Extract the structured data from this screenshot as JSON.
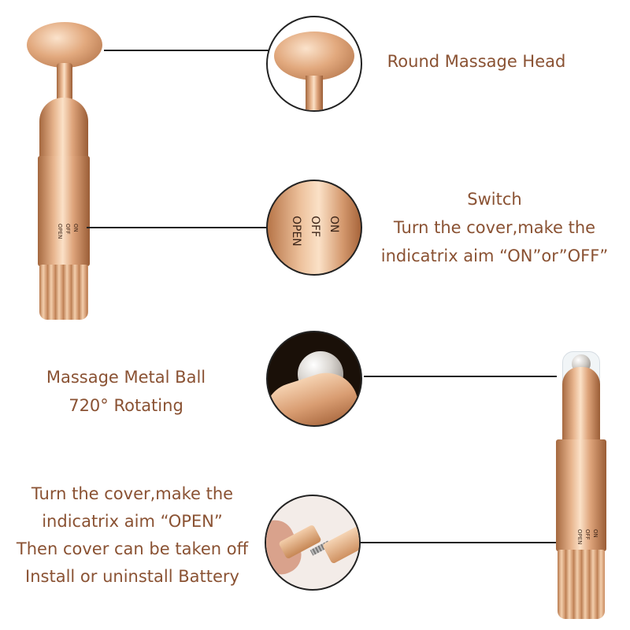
{
  "features": {
    "head": {
      "title": "Round Massage Head"
    },
    "switch": {
      "title": "Switch",
      "line1": "Turn the cover,make the",
      "line2": "indicatrix aim “ON”or”OFF”"
    },
    "ball": {
      "line1": "Massage Metal Ball",
      "line2": "720° Rotating"
    },
    "battery": {
      "line1": "Turn the cover,make the",
      "line2": "indicatrix aim “OPEN”",
      "line3": "Then cover can be taken off",
      "line4": "Install or uninstall Battery"
    }
  },
  "device_marks": {
    "on": "ON",
    "off": "OFF",
    "open": "OPEN"
  },
  "colors": {
    "text": "#8a5233",
    "line": "#222222",
    "gold": "#e2aa80"
  }
}
